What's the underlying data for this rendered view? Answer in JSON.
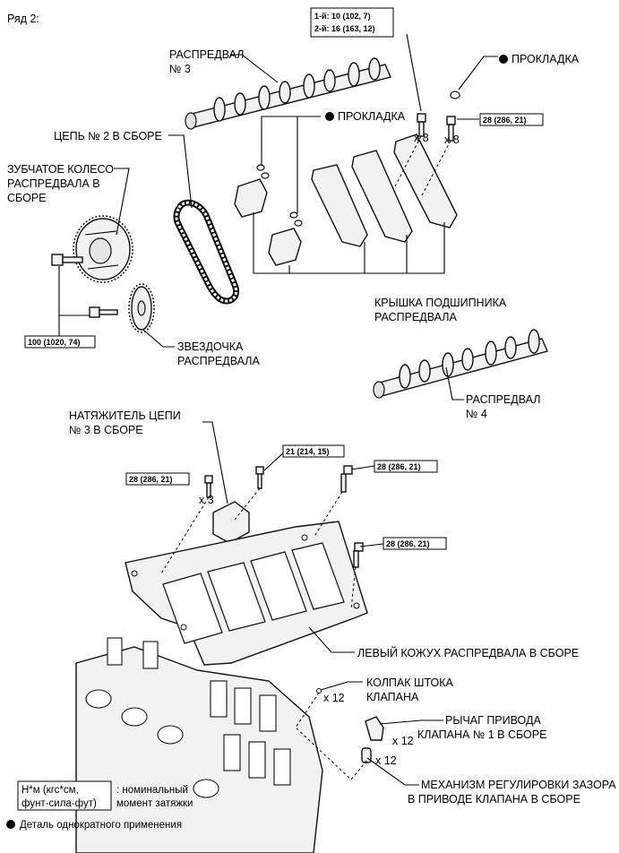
{
  "header": {
    "title": "Ряд 2:"
  },
  "labels": {
    "camshaft_3": [
      "РАСПРЕДВАЛ",
      "№ 3"
    ],
    "gasket_top": "ПРОКЛАДКА",
    "gasket_mid": "ПРОКЛАДКА",
    "chain_2": "ЦЕПЬ № 2 В СБОРЕ",
    "sprocket_gear": [
      "ЗУБЧАТОЕ КОЛЕСО",
      "РАСПРЕДВАЛА В",
      "СБОРЕ"
    ],
    "bearing_cap": [
      "КРЫШКА ПОДШИПНИКА",
      "РАСПРЕДВАЛА"
    ],
    "cam_sprocket": [
      "ЗВЕЗДОЧКА",
      "РАСПРЕДВАЛА"
    ],
    "camshaft_4": [
      "РАСПРЕДВАЛ",
      "№ 4"
    ],
    "tensioner_3": [
      "НАТЯЖИТЕЛЬ ЦЕПИ",
      "№ 3 В СБОРЕ"
    ],
    "cam_housing_lh": "ЛЕВЫЙ КОЖУХ РАСПРЕДВАЛА В СБОРЕ",
    "valve_stem_cap": [
      "КОЛПАК ШТОКА",
      "КЛАПАНА"
    ],
    "rocker_arm_1": [
      "РЫЧАГ ПРИВОДА",
      "КЛАПАНА № 1 В СБОРЕ"
    ],
    "lash_adjuster": [
      "МЕХАНИЗМ РЕГУЛИРОВКИ ЗАЗОРА",
      "В ПРИВОДЕ КЛАПАНА В СБОРЕ"
    ]
  },
  "quantities": {
    "x8_a": "x 8",
    "x8_b": "x 8",
    "x3": "x 3",
    "x12_a": "x 12",
    "x12_b": "x 12",
    "x12_c": "x 12"
  },
  "torques": {
    "bearing_cap_bolt_1": "1-й: 10 (102, 7)",
    "bearing_cap_bolt_2": "2-й: 16 (163, 12)",
    "bearing_cap_bolt_b": "28 (286, 21)",
    "sprocket_bolt": "100 (1020, 74)",
    "tensioner_bolts": "28 (286, 21)",
    "housing_bolt_21": "21 (214, 15)",
    "housing_bolt_28a": "28 (286, 21)",
    "housing_bolt_28b": "28 (286, 21)"
  },
  "legend": {
    "unit_box": [
      "Н*м (кгс*см,",
      "фунт-сила-фут)"
    ],
    "unit_desc": [
      ": номинальный",
      "момент затяжки"
    ],
    "non_reusable": "Деталь однократного применения"
  }
}
